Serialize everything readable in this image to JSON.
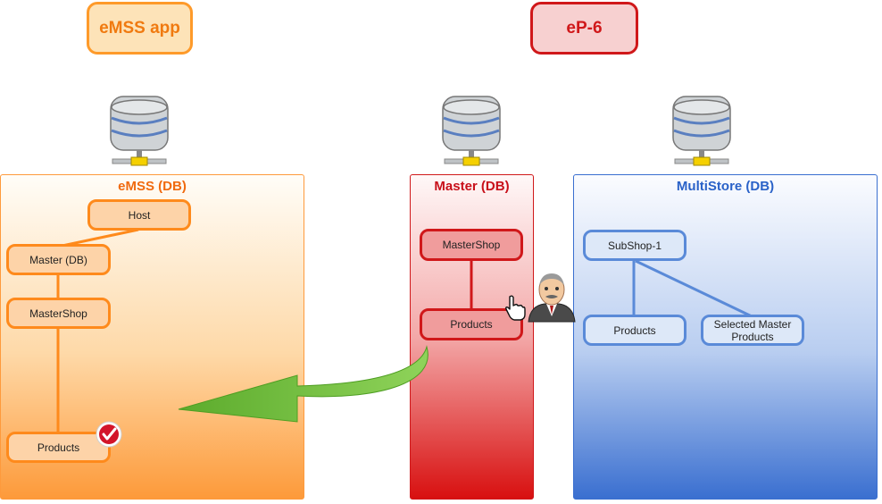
{
  "headers": {
    "emss_app": "eMSS app",
    "ep6": "eP-6"
  },
  "panels": {
    "emss": {
      "title": "eMSS (DB)",
      "nodes": {
        "host": "Host",
        "master_db": "Master (DB)",
        "mastershop": "MasterShop",
        "products": "Products"
      }
    },
    "master": {
      "title": "Master (DB)",
      "nodes": {
        "mastershop": "MasterShop",
        "products": "Products"
      }
    },
    "multistore": {
      "title": "MultiStore (DB)",
      "nodes": {
        "subshop": "SubShop-1",
        "products": "Products",
        "selected": "Selected Master Products"
      }
    }
  },
  "icons": {
    "database": "database-server-icon",
    "check": "checkmark-badge-icon",
    "user": "user-avatar-icon",
    "pointer": "hand-pointer-icon",
    "arrow": "curved-arrow-icon"
  },
  "colors": {
    "orange": "#fe8a1c",
    "red": "#d0181a",
    "blue": "#3a6fd0",
    "arrow_green": "#6cbf3c"
  }
}
